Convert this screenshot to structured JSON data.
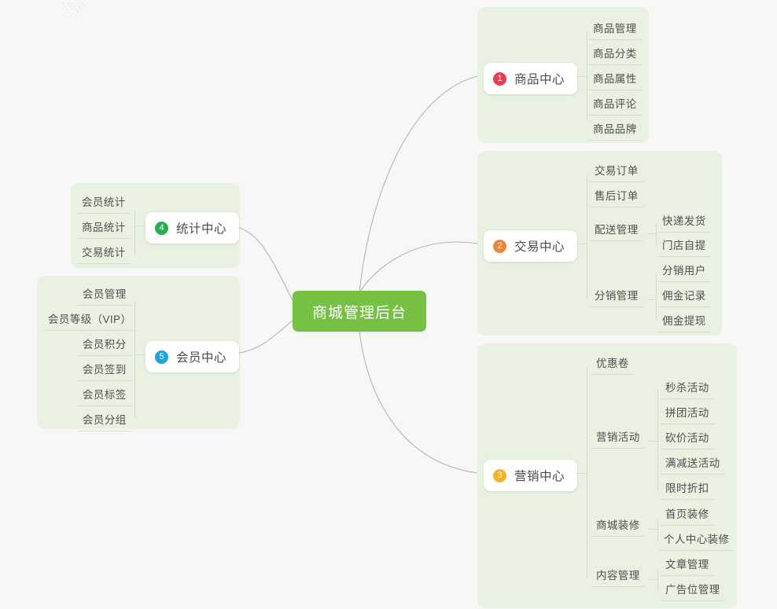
{
  "diagram": {
    "type": "mindmap",
    "title": "商城管理后台",
    "center": {
      "label": "商城管理后台",
      "color": "#76c043"
    },
    "colors": {
      "page_background": "#f7f7f7",
      "card_background": "#e9f2e1",
      "center_green": "#76c043",
      "node_white": "#ffffff",
      "link_gray": "#b5b5b5",
      "rule_gray": "#d6ddcd",
      "text_gray": "#4f4f4f"
    },
    "branches": [
      {
        "index": "1",
        "label": "商品中心",
        "badge_color": "#e83e53",
        "side": "right",
        "children": [
          {
            "label": "商品管理"
          },
          {
            "label": "商品分类"
          },
          {
            "label": "商品属性"
          },
          {
            "label": "商品评论"
          },
          {
            "label": "商品品牌"
          }
        ]
      },
      {
        "index": "2",
        "label": "交易中心",
        "badge_color": "#f08437",
        "side": "right",
        "children": [
          {
            "label": "交易订单"
          },
          {
            "label": "售后订单"
          },
          {
            "label": "配送管理",
            "children": [
              {
                "label": "快递发货"
              },
              {
                "label": "门店自提"
              }
            ]
          },
          {
            "label": "分销管理",
            "children": [
              {
                "label": "分销用户"
              },
              {
                "label": "佣金记录"
              },
              {
                "label": "佣金提现"
              }
            ]
          }
        ]
      },
      {
        "index": "3",
        "label": "营销中心",
        "badge_color": "#f5b325",
        "side": "right",
        "children": [
          {
            "label": "优惠卷"
          },
          {
            "label": "营销活动",
            "children": [
              {
                "label": "秒杀活动"
              },
              {
                "label": "拼团活动"
              },
              {
                "label": "砍价活动"
              },
              {
                "label": "满减送活动"
              },
              {
                "label": "限时折扣"
              }
            ]
          },
          {
            "label": "商城装修",
            "children": [
              {
                "label": "首页装修"
              },
              {
                "label": "个人中心装修"
              }
            ]
          },
          {
            "label": "内容管理",
            "children": [
              {
                "label": "文章管理"
              },
              {
                "label": "广告位管理"
              }
            ]
          }
        ]
      },
      {
        "index": "4",
        "label": "统计中心",
        "badge_color": "#23af4d",
        "side": "left",
        "children": [
          {
            "label": "会员统计"
          },
          {
            "label": "商品统计"
          },
          {
            "label": "交易统计"
          }
        ]
      },
      {
        "index": "5",
        "label": "会员中心",
        "badge_color": "#1fa2e0",
        "side": "left",
        "children": [
          {
            "label": "会员管理"
          },
          {
            "label": "会员等级（VIP）"
          },
          {
            "label": "会员积分"
          },
          {
            "label": "会员签到"
          },
          {
            "label": "会员标签"
          },
          {
            "label": "会员分组"
          }
        ]
      }
    ]
  }
}
